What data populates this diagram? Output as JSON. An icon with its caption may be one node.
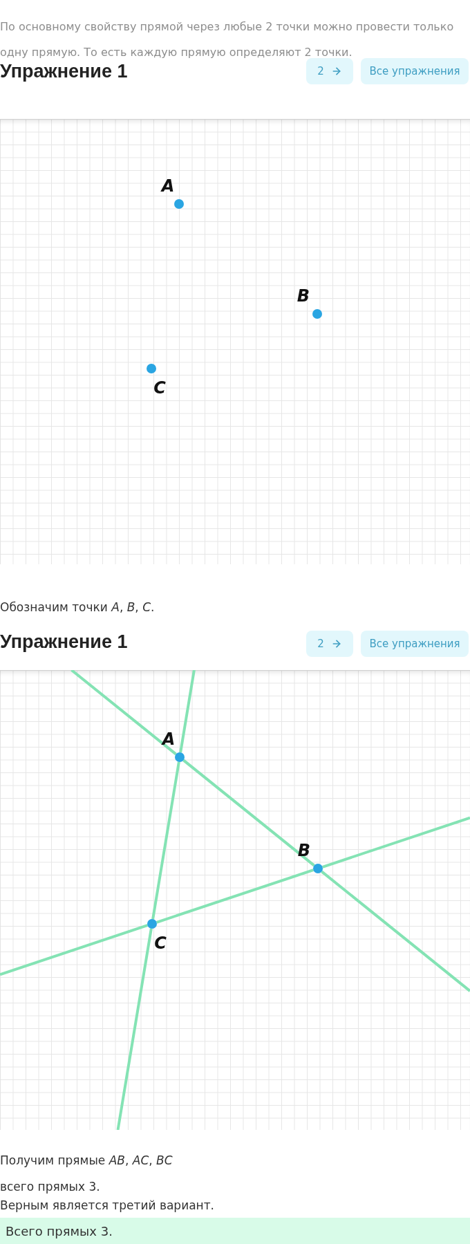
{
  "diagram": {
    "nodes": [
      {
        "text": [],
        "shape": "circle",
        "beside": [
          "A"
        ]
      },
      {
        "text": [],
        "shape": "circle",
        "beside": [
          "B"
        ]
      },
      {
        "text": [],
        "shape": "circle",
        "beside": [
          "C"
        ]
      },
      {
        "text": [],
        "shape": "circle",
        "beside": [
          "A"
        ]
      },
      {
        "text": [],
        "shape": "circle",
        "beside": [
          "B"
        ]
      },
      {
        "text": [],
        "shape": "circle",
        "beside": [
          "C"
        ]
      }
    ],
    "edges": [
      {
        "from": 3,
        "to": 4,
        "arrow": "none"
      },
      {
        "from": 3,
        "to": 5,
        "arrow": "none"
      },
      {
        "from": 4,
        "to": 5,
        "arrow": "none"
      }
    ],
    "labels": [
      "По основному свойству прямой через любые 2 точки можно провести только одну прямую. То есть каждую прямую определяют 2 точки.",
      "Упражнение 1",
      "2",
      "Все упражнения",
      "Обозначим точки *A*, *B*, *C*.",
      "Упражнение 1",
      "2",
      "Все упражнения",
      "Получим прямые *AB*, *AC*, *BC*",
      "всего прямых 3.",
      "Верным является третий вариант.",
      "Всего прямых 3."
    ]
  }
}
